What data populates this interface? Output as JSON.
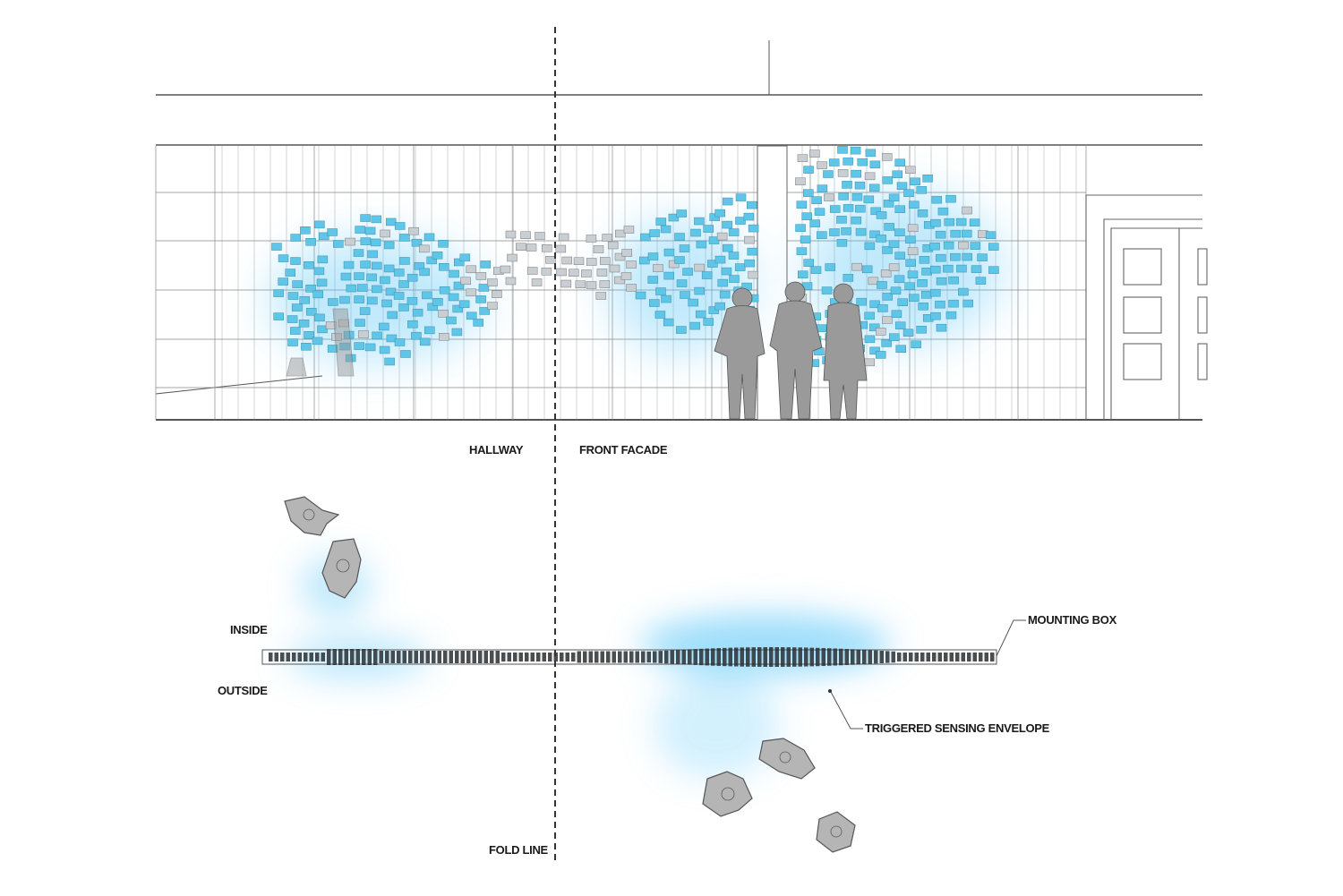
{
  "labels": {
    "hallway": "HALLWAY",
    "front_facade": "FRONT FACADE",
    "inside": "INSIDE",
    "outside": "OUTSIDE",
    "mounting_box": "MOUNTING BOX",
    "triggered_sensing_envelope": "TRIGGERED SENSING ENVELOPE",
    "fold_line": "FOLD LINE"
  },
  "colors": {
    "line": "#555555",
    "glow": "#4fc3f7",
    "tile": "#5fc6e8",
    "tile_grey": "#c9ced3",
    "figure": "#8a8a8a",
    "rock": "#777777",
    "bar": "#2a2f33"
  }
}
